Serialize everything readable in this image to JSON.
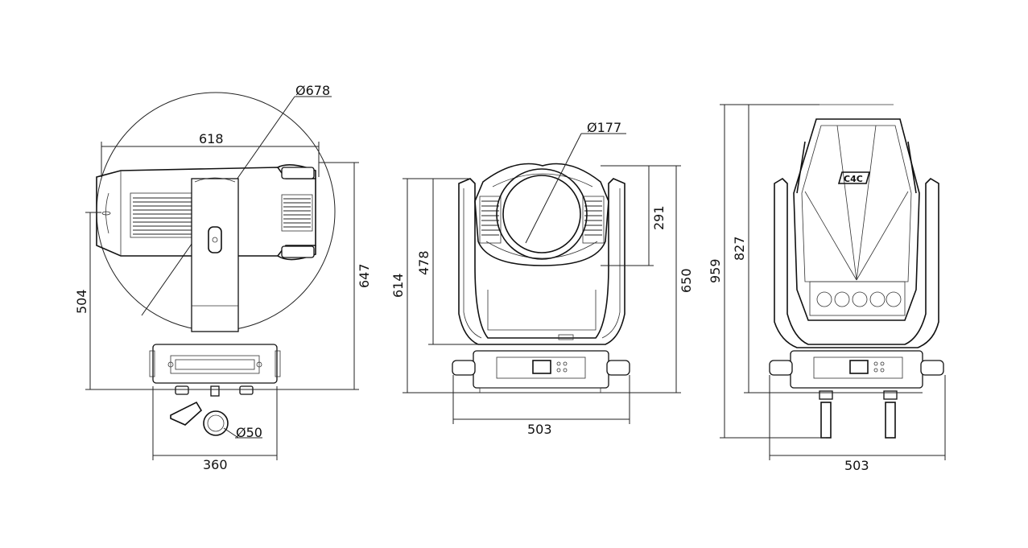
{
  "diagram": {
    "side_view": {
      "dims": {
        "swing_diameter": "Ø678",
        "head_length": "618",
        "height": "647",
        "yoke_height": "504",
        "base_depth": "360",
        "clamp_diameter": "Ø50"
      }
    },
    "front_view": {
      "dims": {
        "lens_diameter": "Ø177",
        "head_height": "291",
        "total_height": "650",
        "yoke_total": "614",
        "yoke_inner": "478",
        "base_width": "503"
      }
    },
    "back_view": {
      "dims": {
        "total_height_with_clamps": "959",
        "height": "827",
        "base_width": "503"
      },
      "logo_text": "C4C"
    }
  }
}
